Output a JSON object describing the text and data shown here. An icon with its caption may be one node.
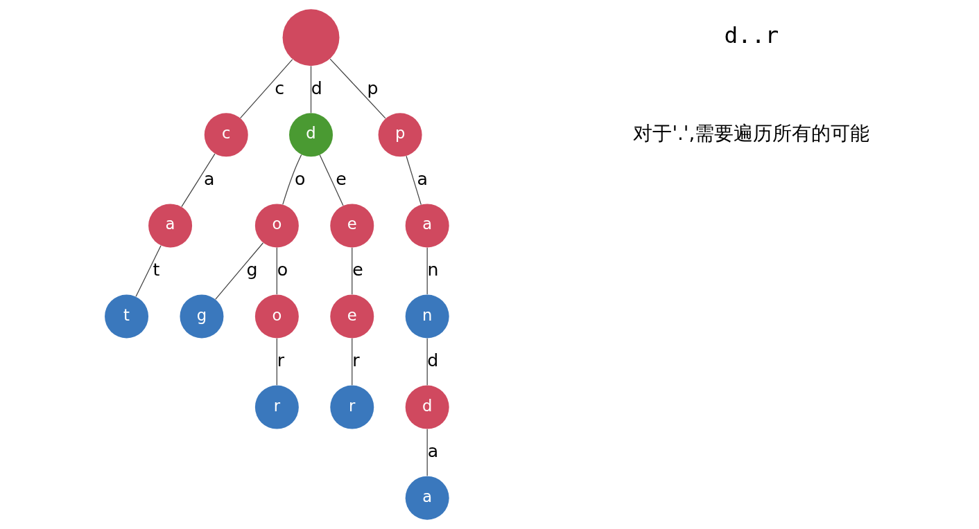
{
  "diagram": {
    "nodes": [
      {
        "text": [],
        "shape": "circle"
      },
      {
        "text": [
          "c"
        ]
      },
      {
        "text": [
          "d"
        ]
      },
      {
        "text": [
          "p"
        ]
      },
      {
        "text": [
          "a"
        ]
      },
      {
        "text": [
          "o"
        ]
      },
      {
        "text": [
          "e"
        ]
      },
      {
        "text": [
          "a"
        ]
      },
      {
        "text": [
          "t"
        ]
      },
      {
        "text": [
          "g"
        ]
      },
      {
        "text": [
          "o"
        ]
      },
      {
        "text": [
          "e"
        ]
      },
      {
        "text": [
          "n"
        ]
      },
      {
        "text": [
          "r"
        ]
      },
      {
        "text": [
          "r"
        ]
      },
      {
        "text": [
          "d"
        ]
      },
      {
        "text": [
          "a"
        ]
      }
    ],
    "edges": [
      {
        "from": 0,
        "to": 1,
        "arrow": "none",
        "label": "c"
      },
      {
        "from": 0,
        "to": 2,
        "arrow": "none",
        "label": "d"
      },
      {
        "from": 0,
        "to": 3,
        "arrow": "none",
        "label": "p"
      },
      {
        "from": 1,
        "to": 4,
        "arrow": "none",
        "label": "a"
      },
      {
        "from": 2,
        "to": 5,
        "arrow": "none",
        "label": "o"
      },
      {
        "from": 2,
        "to": 6,
        "arrow": "none",
        "label": "e"
      },
      {
        "from": 3,
        "to": 7,
        "arrow": "none",
        "label": "a"
      },
      {
        "from": 4,
        "to": 8,
        "arrow": "none",
        "label": "t"
      },
      {
        "from": 5,
        "to": 9,
        "arrow": "none",
        "label": "g"
      },
      {
        "from": 5,
        "to": 10,
        "arrow": "none",
        "label": "o"
      },
      {
        "from": 6,
        "to": 11,
        "arrow": "none",
        "label": "e"
      },
      {
        "from": 7,
        "to": 12,
        "arrow": "none",
        "label": "n"
      },
      {
        "from": 10,
        "to": 13,
        "arrow": "none",
        "label": "r"
      },
      {
        "from": 11,
        "to": 14,
        "arrow": "none",
        "label": "r"
      },
      {
        "from": 12,
        "to": 15,
        "arrow": "none",
        "label": "d"
      },
      {
        "from": 15,
        "to": 16,
        "arrow": "none",
        "label": "a"
      }
    ],
    "labels": [
      "d..r",
      "对于'.',需要遍历所有的可能"
    ]
  }
}
